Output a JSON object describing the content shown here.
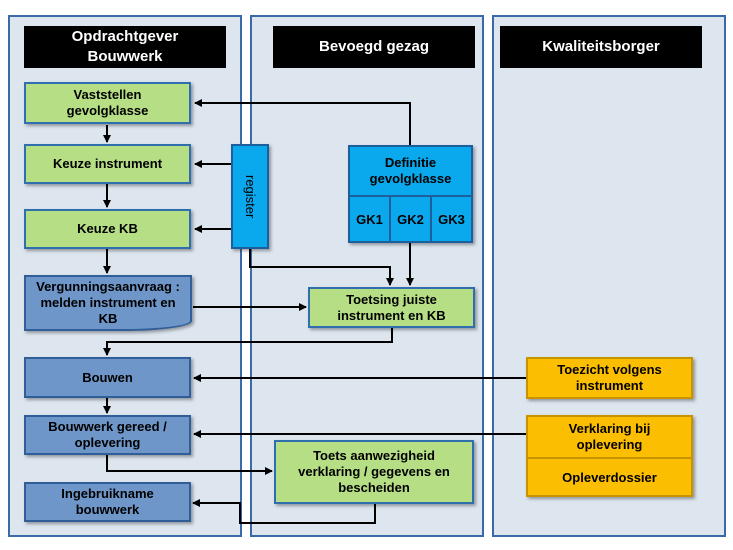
{
  "lanes": {
    "opdrachtgever": "Opdrachtgever Bouwwerk",
    "bevoegd_gezag": "Bevoegd gezag",
    "kwaliteitsborger": "Kwaliteitsborger"
  },
  "boxes": {
    "vaststellen": "Vaststellen gevolgklasse",
    "keuze_instrument": "Keuze instrument",
    "keuze_kb": "Keuze KB",
    "vergunningsaanvraag": "Vergunningsaanvraag : melden instrument en KB",
    "bouwen": "Bouwen",
    "bouwwerk_gereed": "Bouwwerk gereed / oplevering",
    "ingebruikname": "Ingebruikname bouwwerk",
    "register": "register",
    "definitie": "Definitie gevolgklasse",
    "gk1": "GK1",
    "gk2": "GK2",
    "gk3": "GK3",
    "toetsing": "Toetsing juiste instrument  en KB",
    "toets_aanwezigheid": "Toets aanwezigheid verklaring  / gegevens en bescheiden",
    "toezicht": "Toezicht volgens instrument",
    "verklaring": "Verklaring bij oplevering",
    "opleverdossier": "Opleverdossier"
  }
}
